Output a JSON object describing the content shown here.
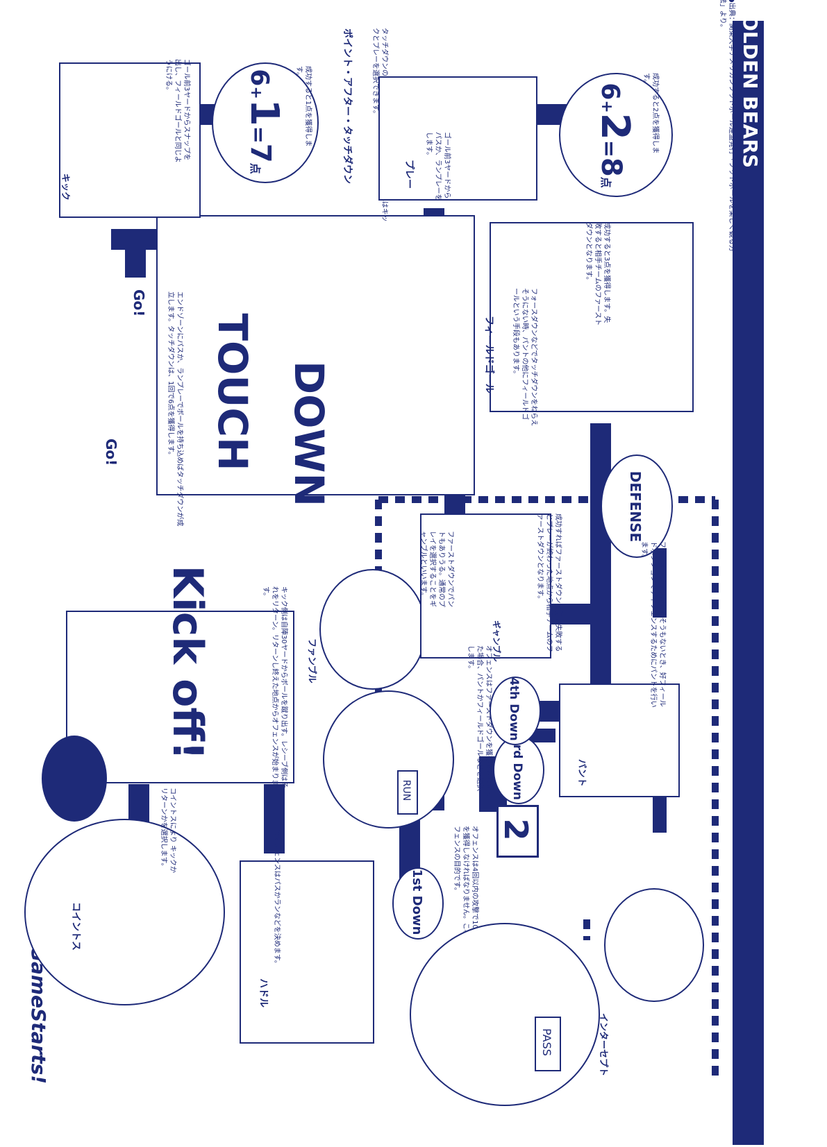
{
  "header": {
    "team": "GOLDEN BEARS",
    "title": "GameStarts!"
  },
  "labels": {
    "cointoss": "コイントス",
    "cointoss_desc": "コイントスにより キックかリターンかを選択します。",
    "huddle": "ハドル",
    "huddle_desc": "ここでオフェンスはパスかランなどを決めます。",
    "kickoff": "Kick off!",
    "kickoff_desc": "キック側は自陣30ヤードからボールを蹴り出す。レシーブ側はそれをリターン。リターンし終えた地点からオフェンスが始まります。",
    "touchdown_1": "TOUCH",
    "touchdown_2": "DOWN",
    "touchdown_desc": "エンドゾーンにパスか、ランプレーでボールを持ち込めばタッチダウンが成立します。タッチダウンは、1回で6点を獲得します。",
    "go1": "Go!",
    "go2": "Go!",
    "kick": "キック",
    "kick_desc": "ゴール前3ヤードからスナップを出し、フィールドゴールと同じようにける。",
    "kick_score_desc": "成功すると1点を獲得します。",
    "kick_score_main": "1",
    "kick_score_total": "7",
    "kick_score_unit": "点",
    "pat": "ポイント・アフター・タッチダウン",
    "pat_desc": "タッチダウンの後に与えられるボーナスポイント。これはキックとプレーを選択できます。",
    "play": "プレー",
    "play_desc": "ゴール前3ヤードからパスか、ランプレーをします。",
    "play_score_desc": "成功すると2点を獲得します。",
    "play_score_main": "2",
    "play_score_total": "8",
    "play_score_unit": "点",
    "six": "6",
    "plus": "+",
    "equals": "=",
    "fieldgoal": "フィールドゴール",
    "fieldgoal_desc": "フォースダウンなどでタッチダウンをねらえそうにない時、パントの他にフィールドゴールという手段もあります。",
    "fieldgoal_score_desc": "成功すると3点を獲得します。失敗すると相手チームのファーストダウンとなります。",
    "fumble": "ファンブル",
    "fumble_panel_desc": "ファーストダウンでパントもありうる。通常のプレイを選択することをギャンブルといいます。",
    "gamble": "ギャンブル",
    "gamble_desc": "成功すればファーストダウン獲得。失敗するとプレーが終わった地点から相手チームのファーストダウンとなります。",
    "fourth_desc": "オフェンスはファーストダウンを獲得できなかった場合、パントかフィールドゴールなどを選択します。",
    "first_down": "1st Down",
    "third_down": "3rd Down",
    "fourth_down": "4th Down",
    "first_desc": "オフェンスは4回以内の攻撃で10ヤードを獲得しなければなりません。これがオフェンスの目的です。",
    "run": "RUN",
    "pass": "PASS",
    "second": "2",
    "punt": "パント",
    "punt_desc": "ファーストダウンがとれそうもないとき、好フィールドポジションでディフェンスするためにパントを行います。",
    "defense": "DEFENSE",
    "intercept": "インターセプト",
    "source": "●出典：関東大学アメリカンフットボール連盟発行「フットボールを楽しく観る方法」より。"
  },
  "colors": {
    "navy": "#1e2a78",
    "white": "#ffffff"
  }
}
